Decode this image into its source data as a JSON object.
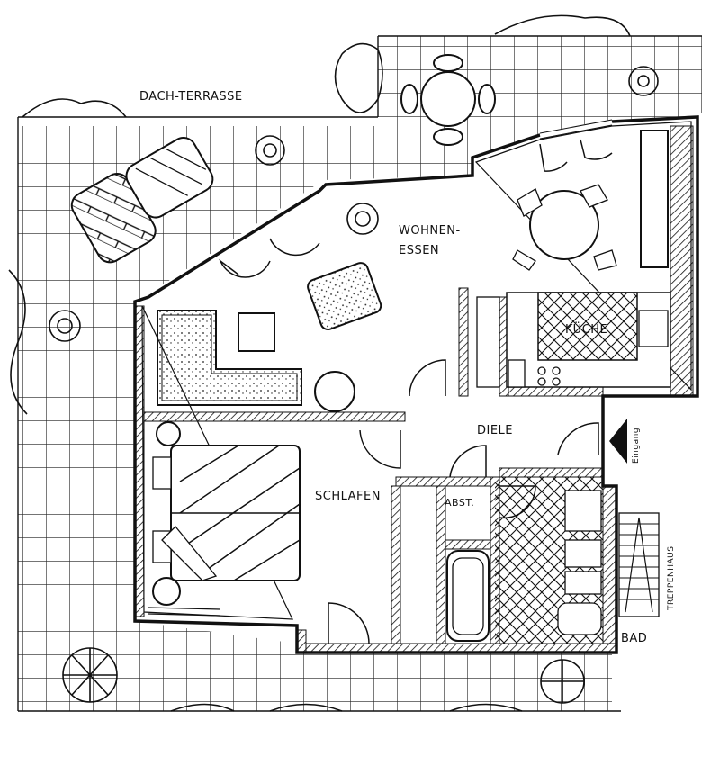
{
  "plan": {
    "labels": {
      "dach_terrasse": "DACH-TERRASSE",
      "wohnen": "WOHNEN-",
      "essen": "ESSEN",
      "kueche": "KÜCHE",
      "diele": "DIELE",
      "schlafen": "SCHLAFEN",
      "abst": "ABST.",
      "bad": "BAD",
      "eingang": "Eingang",
      "treppenhaus": "TREPPENHAUS"
    }
  }
}
